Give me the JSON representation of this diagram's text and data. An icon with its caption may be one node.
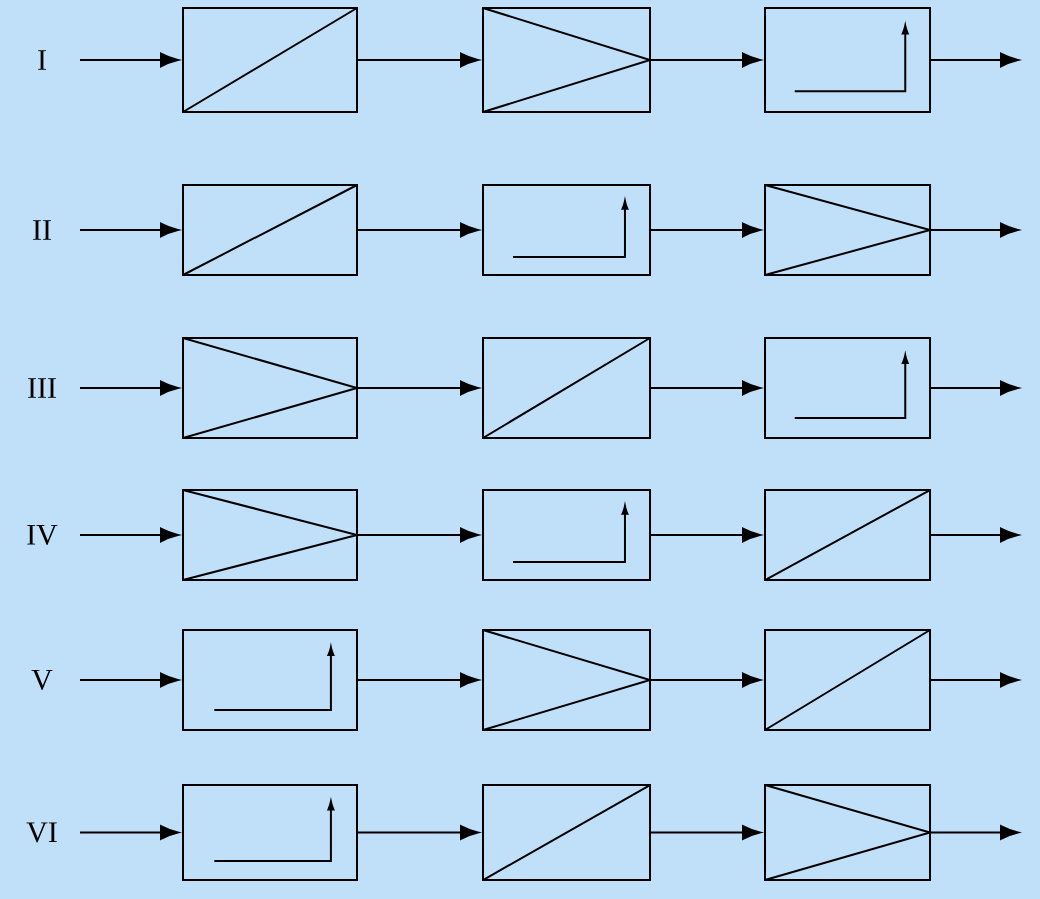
{
  "diagram": {
    "nodes": [
      {
        "text": [],
        "shape": "box"
      },
      {
        "text": [],
        "shape": "box"
      },
      {
        "text": [],
        "shape": "box"
      },
      {
        "text": [],
        "shape": "box"
      },
      {
        "text": [],
        "shape": "box"
      },
      {
        "text": [],
        "shape": "box"
      },
      {
        "text": [],
        "shape": "box"
      },
      {
        "text": [],
        "shape": "box"
      },
      {
        "text": [],
        "shape": "box"
      },
      {
        "text": [],
        "shape": "box"
      },
      {
        "text": [],
        "shape": "box"
      },
      {
        "text": [],
        "shape": "box"
      },
      {
        "text": [],
        "shape": "box"
      },
      {
        "text": [],
        "shape": "box"
      },
      {
        "text": [],
        "shape": "box"
      },
      {
        "text": [],
        "shape": "box"
      },
      {
        "text": [],
        "shape": "box"
      },
      {
        "text": [],
        "shape": "box"
      }
    ],
    "edges": [
      {
        "from": null,
        "to": 0,
        "arrow": "to"
      },
      {
        "from": 0,
        "to": 1,
        "arrow": "to"
      },
      {
        "from": 1,
        "to": 2,
        "arrow": "to"
      },
      {
        "from": 2,
        "to": null,
        "arrow": "to"
      },
      {
        "from": null,
        "to": 3,
        "arrow": "to"
      },
      {
        "from": 3,
        "to": 4,
        "arrow": "to"
      },
      {
        "from": 4,
        "to": 5,
        "arrow": "to"
      },
      {
        "from": 5,
        "to": null,
        "arrow": "to"
      },
      {
        "from": null,
        "to": 6,
        "arrow": "to"
      },
      {
        "from": 6,
        "to": 7,
        "arrow": "to"
      },
      {
        "from": 7,
        "to": 8,
        "arrow": "to"
      },
      {
        "from": 8,
        "to": null,
        "arrow": "to"
      },
      {
        "from": null,
        "to": 9,
        "arrow": "to"
      },
      {
        "from": 9,
        "to": 10,
        "arrow": "to"
      },
      {
        "from": 10,
        "to": 11,
        "arrow": "to"
      },
      {
        "from": 11,
        "to": null,
        "arrow": "to"
      },
      {
        "from": null,
        "to": 12,
        "arrow": "to"
      },
      {
        "from": 12,
        "to": 13,
        "arrow": "to"
      },
      {
        "from": 13,
        "to": 14,
        "arrow": "to"
      },
      {
        "from": 14,
        "to": null,
        "arrow": "to"
      },
      {
        "from": null,
        "to": 15,
        "arrow": "to"
      },
      {
        "from": 15,
        "to": 16,
        "arrow": "to"
      },
      {
        "from": 16,
        "to": 17,
        "arrow": "to"
      },
      {
        "from": 17,
        "to": null,
        "arrow": "to"
      }
    ],
    "labels": [
      "I",
      "II",
      "III",
      "IV",
      "V",
      "VI"
    ]
  }
}
